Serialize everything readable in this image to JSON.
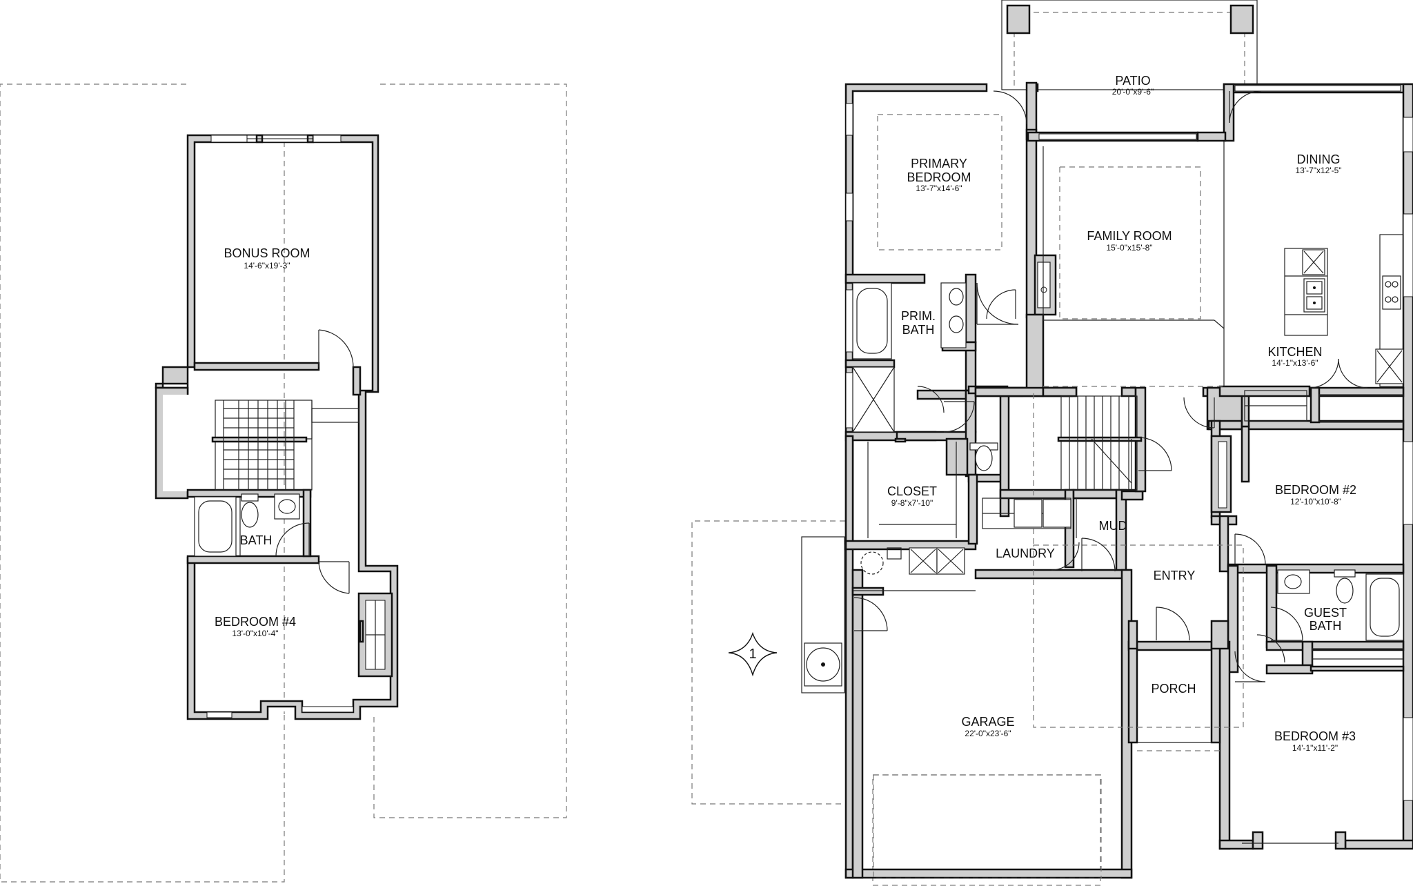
{
  "rooms": {
    "bonus": {
      "name": "BONUS ROOM",
      "dim": "14'-6\"x19'-3\""
    },
    "bath": {
      "name": "BATH"
    },
    "bedroom4": {
      "name": "BEDROOM #4",
      "dim": "13'-0\"x10'-4\""
    },
    "patio": {
      "name": "PATIO",
      "dim": "20'-0\"x9'-6\""
    },
    "primary_bedroom": {
      "name_line1": "PRIMARY",
      "name_line2": "BEDROOM",
      "dim": "13'-7\"x14'-6\""
    },
    "family_room": {
      "name": "FAMILY ROOM",
      "dim": "15'-0\"x15'-8\""
    },
    "dining": {
      "name": "DINING",
      "dim": "13'-7\"x12'-5\""
    },
    "kitchen": {
      "name": "KITCHEN",
      "dim": "14'-1\"x13'-6\""
    },
    "prim_bath": {
      "name_line1": "PRIM.",
      "name_line2": "BATH"
    },
    "closet": {
      "name": "CLOSET",
      "dim": "9'-8\"x7'-10\""
    },
    "mud": {
      "name": "MUD"
    },
    "laundry": {
      "name": "LAUNDRY"
    },
    "entry": {
      "name": "ENTRY"
    },
    "bedroom2": {
      "name": "BEDROOM #2",
      "dim": "12'-10\"x10'-8\""
    },
    "guest_bath": {
      "name_line1": "GUEST",
      "name_line2": "BATH"
    },
    "porch": {
      "name": "PORCH"
    },
    "garage": {
      "name": "GARAGE",
      "dim": "22'-0\"x23'-6\""
    },
    "bedroom3": {
      "name": "BEDROOM #3",
      "dim": "14'-1\"x11'-2\""
    }
  },
  "compass": {
    "label": "1",
    "icon": "compass-star-icon"
  },
  "colors": {
    "wall_fill": "#cfcfcf",
    "line": "#111111",
    "dashed": "#777777",
    "background": "#ffffff"
  }
}
